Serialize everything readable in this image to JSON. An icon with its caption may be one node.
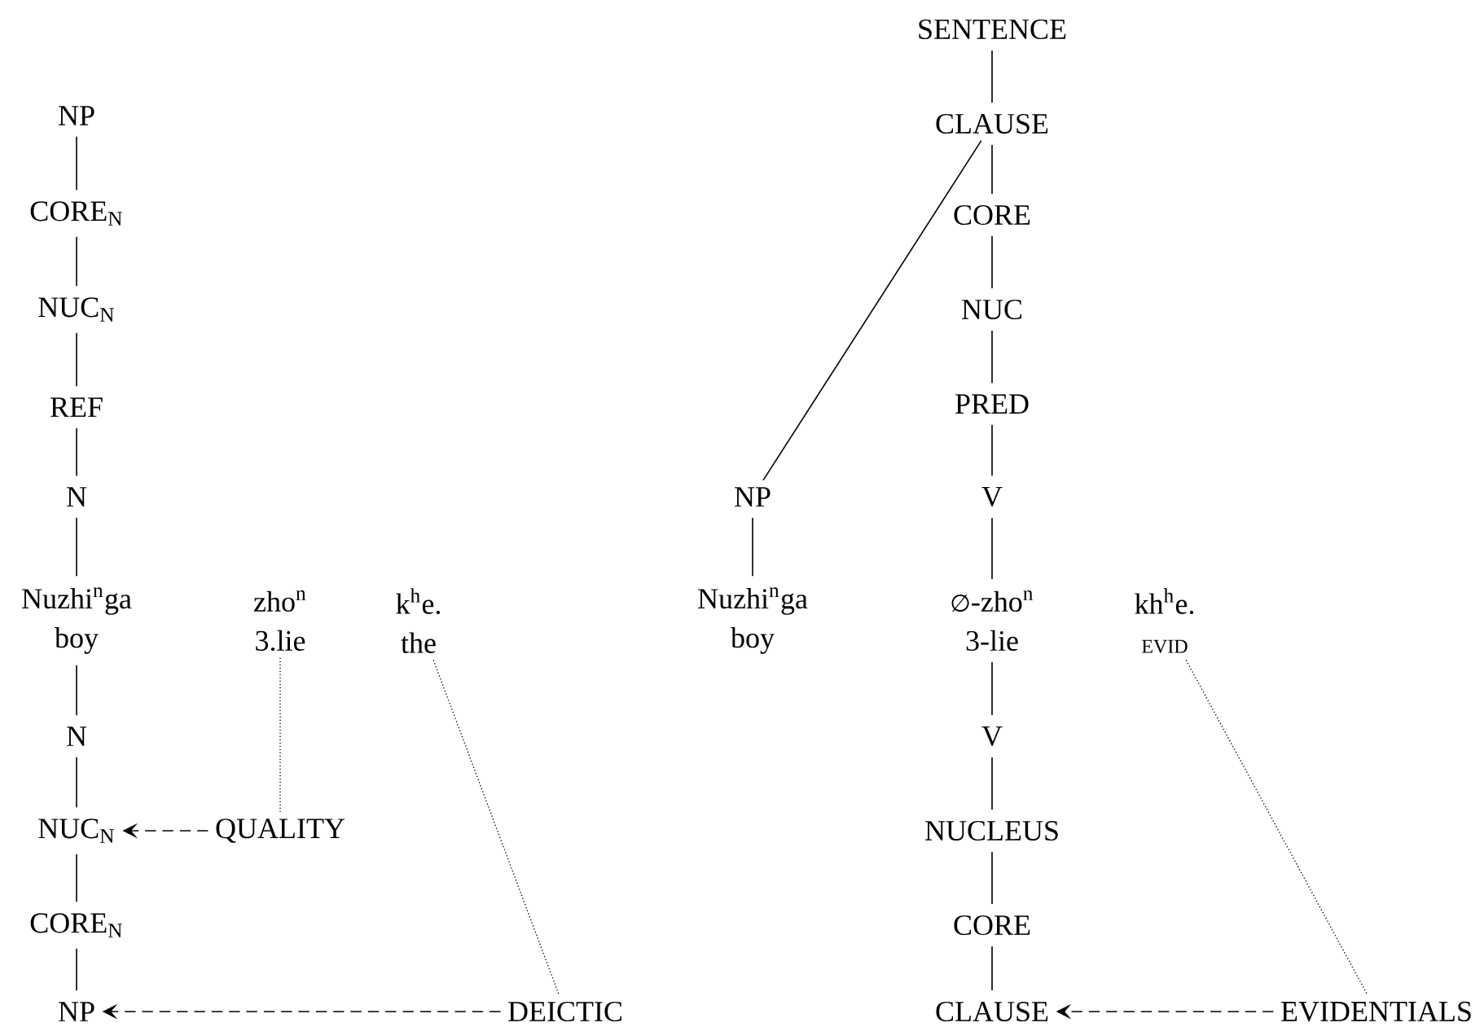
{
  "diagram": {
    "nodes": [
      {
        "text": [
          "NP"
        ]
      },
      {
        "text": [
          "CORE$_{N}$"
        ]
      },
      {
        "text": [
          "NUC$_{N}$"
        ]
      },
      {
        "text": [
          "REF"
        ]
      },
      {
        "text": [
          "N"
        ]
      },
      {
        "text": [
          "Nuzhi$^{n}$ga",
          "boy"
        ]
      },
      {
        "text": [
          "N"
        ]
      },
      {
        "text": [
          "NUC$_{N}$"
        ]
      },
      {
        "text": [
          "CORE$_{N}$"
        ]
      },
      {
        "text": [
          "NP"
        ]
      },
      {
        "text": [
          "zho$^{n}$",
          "3.lie"
        ]
      },
      {
        "text": [
          "k$^{h}$e.",
          "the"
        ]
      },
      {
        "text": [
          "QUALITY"
        ]
      },
      {
        "text": [
          "DEICTIC"
        ]
      },
      {
        "text": [
          "SENTENCE"
        ]
      },
      {
        "text": [
          "CLAUSE"
        ]
      },
      {
        "text": [
          "CORE"
        ]
      },
      {
        "text": [
          "NUC"
        ]
      },
      {
        "text": [
          "PRED"
        ]
      },
      {
        "text": [
          "NP"
        ]
      },
      {
        "text": [
          "V"
        ]
      },
      {
        "text": [
          "Nuzhi$^{n}$ga",
          "boy"
        ]
      },
      {
        "text": [
          "∅-zho$^{n}$",
          "3-lie"
        ]
      },
      {
        "text": [
          "kh$^{h}$e.",
          "EVID"
        ]
      },
      {
        "text": [
          "V"
        ]
      },
      {
        "text": [
          "NUCLEUS"
        ]
      },
      {
        "text": [
          "CORE"
        ]
      },
      {
        "text": [
          "CLAUSE"
        ]
      },
      {
        "text": [
          "EVIDENTIALS"
        ]
      }
    ],
    "edges": [
      {
        "from": 0,
        "to": 1,
        "arrow": "none"
      },
      {
        "from": 1,
        "to": 2,
        "arrow": "none"
      },
      {
        "from": 2,
        "to": 3,
        "arrow": "none"
      },
      {
        "from": 3,
        "to": 4,
        "arrow": "none"
      },
      {
        "from": 4,
        "to": 5,
        "arrow": "none"
      },
      {
        "from": 5,
        "to": 6,
        "arrow": "none"
      },
      {
        "from": 6,
        "to": 7,
        "arrow": "none"
      },
      {
        "from": 7,
        "to": 8,
        "arrow": "none"
      },
      {
        "from": 8,
        "to": 9,
        "arrow": "none"
      },
      {
        "from": 10,
        "to": 12,
        "arrow": "none",
        "style": "dashed"
      },
      {
        "from": 11,
        "to": 13,
        "arrow": "none",
        "style": "dashed"
      },
      {
        "from": 12,
        "to": 7,
        "arrow": "to",
        "style": "dashed"
      },
      {
        "from": 13,
        "to": 9,
        "arrow": "to",
        "style": "dashed"
      },
      {
        "from": 14,
        "to": 15,
        "arrow": "none"
      },
      {
        "from": 15,
        "to": 16,
        "arrow": "none"
      },
      {
        "from": 16,
        "to": 17,
        "arrow": "none"
      },
      {
        "from": 17,
        "to": 18,
        "arrow": "none"
      },
      {
        "from": 18,
        "to": 20,
        "arrow": "none"
      },
      {
        "from": 15,
        "to": 19,
        "arrow": "none"
      },
      {
        "from": 19,
        "to": 21,
        "arrow": "none"
      },
      {
        "from": 20,
        "to": 22,
        "arrow": "none"
      },
      {
        "from": 22,
        "to": 24,
        "arrow": "none"
      },
      {
        "from": 24,
        "to": 25,
        "arrow": "none"
      },
      {
        "from": 25,
        "to": 26,
        "arrow": "none"
      },
      {
        "from": 26,
        "to": 27,
        "arrow": "none"
      },
      {
        "from": 23,
        "to": 28,
        "arrow": "none",
        "style": "dashed"
      },
      {
        "from": 28,
        "to": 27,
        "arrow": "to",
        "style": "dashed"
      }
    ]
  }
}
